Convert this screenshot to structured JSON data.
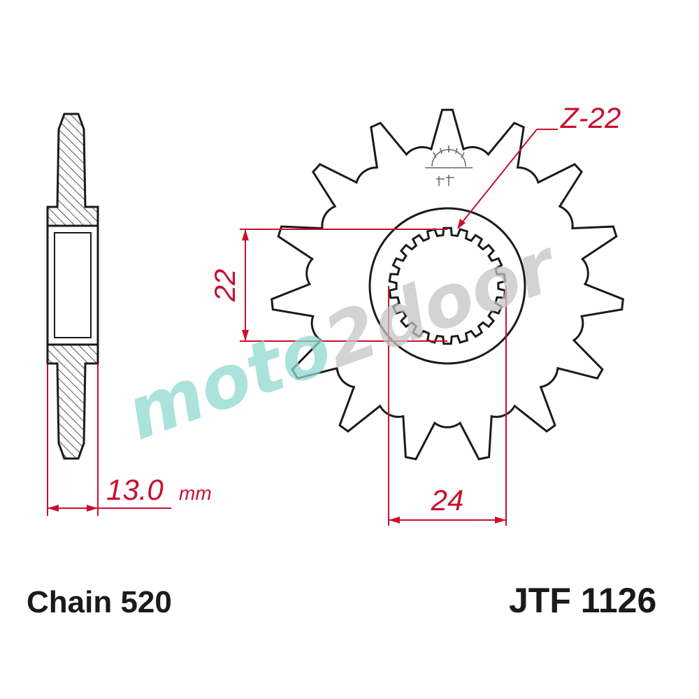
{
  "diagram": {
    "chain_label": "Chain 520",
    "part_number": "JTF 1126",
    "thickness": {
      "value": "13.0",
      "unit": "mm"
    },
    "spline_label": "Z-22",
    "inner_diameter_label": "22",
    "outer_spline_label": "24",
    "watermark": "moto2door",
    "teeth": 15,
    "splines": 22,
    "colors": {
      "outline": "#1a1a1a",
      "dimension": "#c8102e",
      "hatch": "#555555",
      "watermark_teal": "#8fd8cf",
      "watermark_gray": "#c4c4c4"
    }
  }
}
